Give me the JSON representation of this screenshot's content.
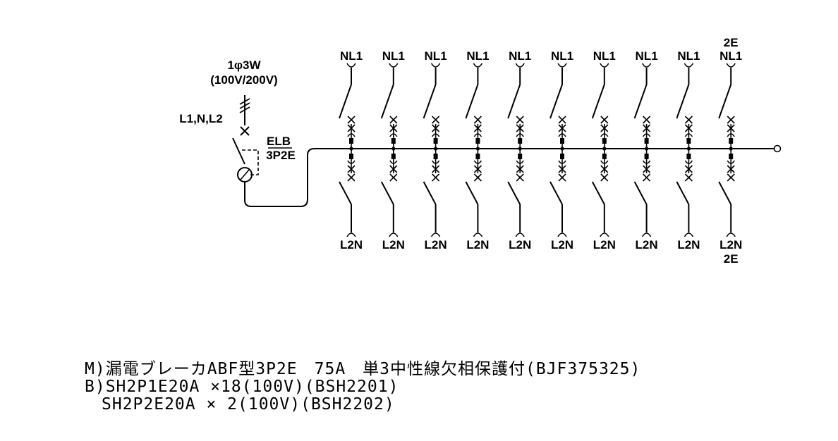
{
  "main_supply": {
    "phase": "1φ3W",
    "voltage": "(100V/200V)",
    "lines": "L1,N,L2",
    "breaker_type": "ELB",
    "breaker_poles": "3P2E"
  },
  "branches": [
    {
      "top": "NL1",
      "top_extra": "",
      "bottom": "L2N",
      "bottom_extra": ""
    },
    {
      "top": "NL1",
      "top_extra": "",
      "bottom": "L2N",
      "bottom_extra": ""
    },
    {
      "top": "NL1",
      "top_extra": "",
      "bottom": "L2N",
      "bottom_extra": ""
    },
    {
      "top": "NL1",
      "top_extra": "",
      "bottom": "L2N",
      "bottom_extra": ""
    },
    {
      "top": "NL1",
      "top_extra": "",
      "bottom": "L2N",
      "bottom_extra": ""
    },
    {
      "top": "NL1",
      "top_extra": "",
      "bottom": "L2N",
      "bottom_extra": ""
    },
    {
      "top": "NL1",
      "top_extra": "",
      "bottom": "L2N",
      "bottom_extra": ""
    },
    {
      "top": "NL1",
      "top_extra": "",
      "bottom": "L2N",
      "bottom_extra": ""
    },
    {
      "top": "NL1",
      "top_extra": "",
      "bottom": "L2N",
      "bottom_extra": ""
    },
    {
      "top": "NL1",
      "top_extra": "2E",
      "bottom": "L2N",
      "bottom_extra": "2E"
    }
  ],
  "notes": {
    "line1": "M)漏電ブレーカABF型3P2E　75A　単3中性線欠相保護付(BJF375325)",
    "line2": "B)SH2P1E20A ×18(100V)(BSH2201)",
    "line3": "　SH2P2E20A × 2(100V)(BSH2202)"
  }
}
